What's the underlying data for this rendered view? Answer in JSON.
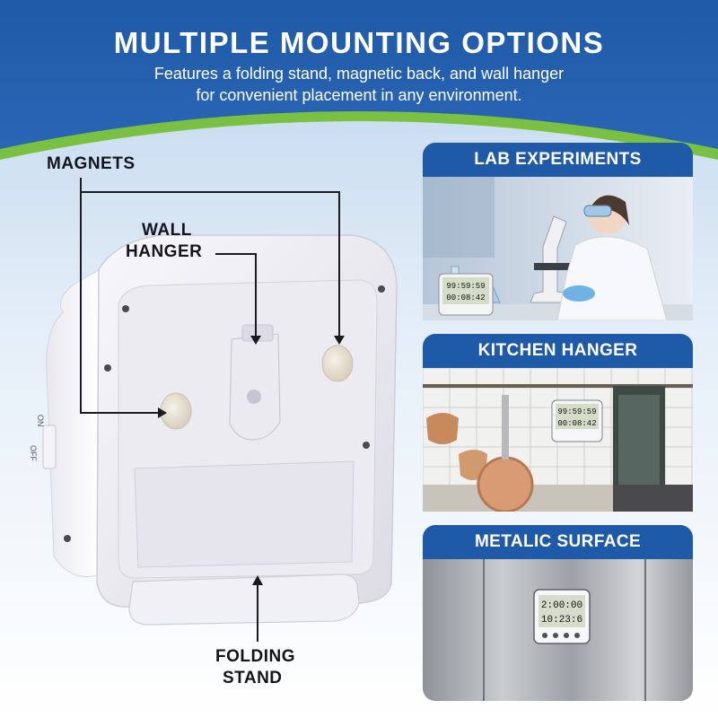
{
  "header": {
    "title": "MULTIPLE MOUNTING OPTIONS",
    "subtitle_line1": "Features a folding stand, magnetic back, and wall hanger",
    "subtitle_line2": "for convenient placement in any environment."
  },
  "callouts": {
    "magnets": "MAGNETS",
    "wall_hanger_line1": "WALL",
    "wall_hanger_line2": "HANGER",
    "folding_stand_line1": "FOLDING",
    "folding_stand_line2": "STAND"
  },
  "device_side_labels": {
    "on": "ON",
    "off": "OFF"
  },
  "cards": [
    {
      "title": "LAB EXPERIMENTS",
      "timer_top": "99:59:59",
      "timer_bottom": "00:08:42"
    },
    {
      "title": "KITCHEN HANGER",
      "timer_top": "99:59:59",
      "timer_bottom": "00:08:42"
    },
    {
      "title": "METALIC SURFACE",
      "timer_top": "2:00:00",
      "timer_bottom": "10:23:6"
    }
  ],
  "colors": {
    "header_blue": "#1f5aa8",
    "accent_green": "#7ac143",
    "backdrop_light": "#dbe8f4",
    "callout_text": "#14141c",
    "card_title_bg": "#1f5aa8"
  }
}
